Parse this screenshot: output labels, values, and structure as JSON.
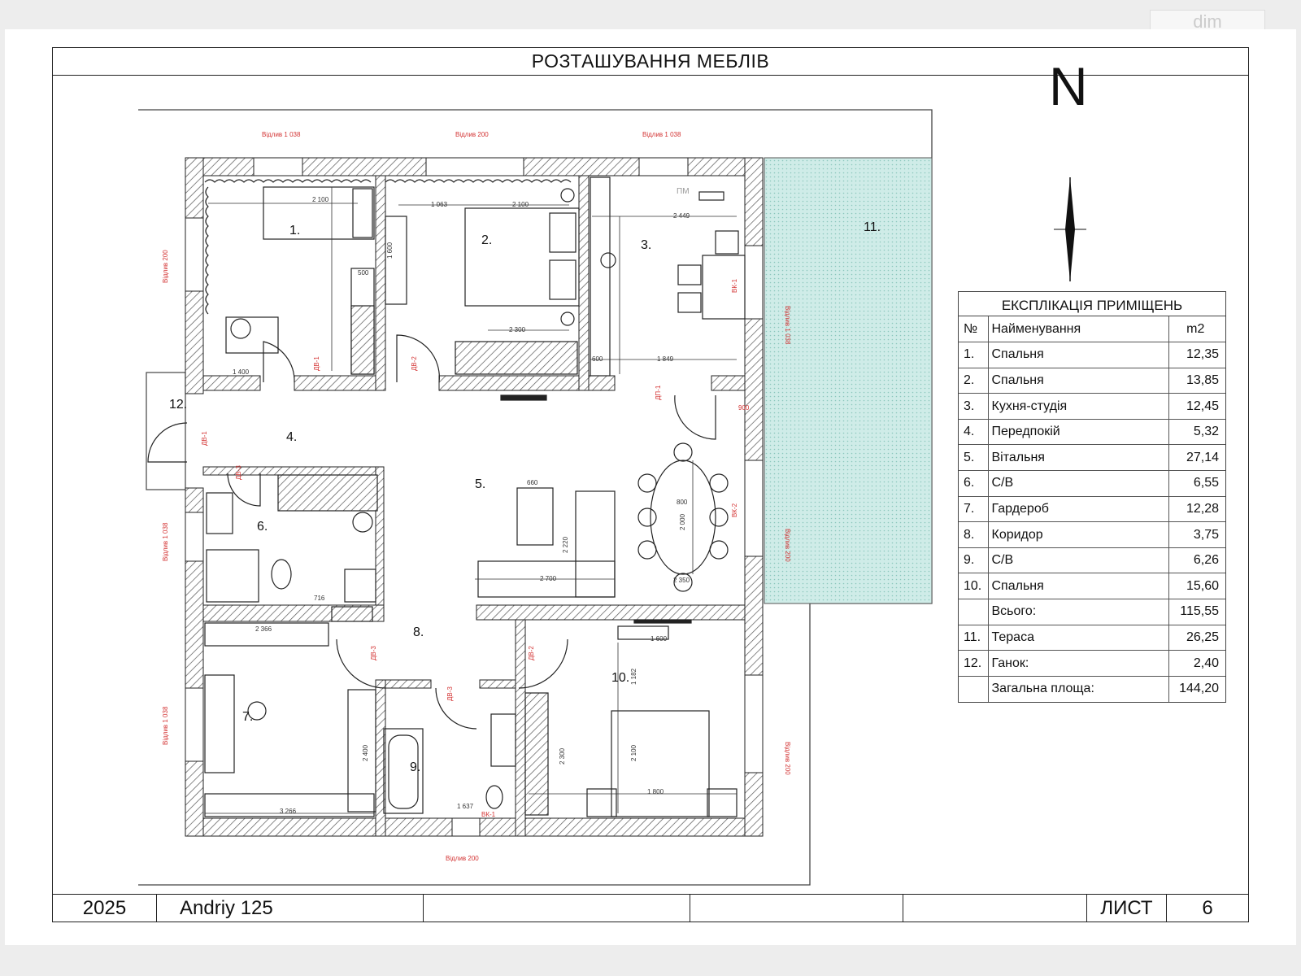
{
  "watermark": "dim",
  "sheet": {
    "title": "РОЗТАШУВАННЯ МЕБЛІВ",
    "north": "N",
    "footer": {
      "year": "2025",
      "project": "Andriy 125",
      "sheet_label": "ЛИСТ",
      "sheet_number": "6"
    }
  },
  "explication": {
    "title": "ЕКСПЛІКАЦІЯ ПРИМІЩЕНЬ",
    "headers": [
      "№",
      "Найменування",
      "m2"
    ],
    "rows": [
      [
        "1.",
        "Спальня",
        "12,35"
      ],
      [
        "2.",
        "Спальня",
        "13,85"
      ],
      [
        "3.",
        "Кухня-студія",
        "12,45"
      ],
      [
        "4.",
        "Передпокій",
        "5,32"
      ],
      [
        "5.",
        "Вітальня",
        "27,14"
      ],
      [
        "6.",
        "С/В",
        "6,55"
      ],
      [
        "7.",
        "Гардероб",
        "12,28"
      ],
      [
        "8.",
        "Коридор",
        "3,75"
      ],
      [
        "9.",
        "С/В",
        "6,26"
      ],
      [
        "10.",
        "Спальня",
        "15,60"
      ],
      [
        "",
        "Всього:",
        "115,55"
      ],
      [
        "11.",
        "Тераса",
        "26,25"
      ],
      [
        "12.",
        "Ганок:",
        "2,40"
      ],
      [
        "",
        "Загальна площа:",
        "144,20"
      ]
    ]
  },
  "plan": {
    "room_numbers": [
      "1.",
      "2.",
      "3.",
      "4.",
      "5.",
      "6.",
      "7.",
      "8.",
      "9.",
      "10.",
      "11.",
      "12."
    ],
    "labels": {
      "pm": "ПМ",
      "windows": [
        "Відлив 1 038",
        "Відлив 200",
        "Відлив 1 038",
        "Відлив 200",
        "Відлив 1 038",
        "Відлив 200",
        "Відлив 1 038",
        "Відлив 200",
        "Відлив 1 038",
        "Відлив 200"
      ],
      "doors": [
        "ДВ-1",
        "ДВ-2",
        "ДВ-3",
        "ДВ-3",
        "ДВ-2",
        "ДВ-3",
        "ДП-1",
        "ДВ-1",
        "ВК-1",
        "ВК-2",
        "ВК-1"
      ],
      "dims": [
        "2 100",
        "1 063",
        "2 100",
        "2 449",
        "1 600",
        "2 300",
        "1 849",
        "800",
        "2 000",
        "2 700",
        "2 220",
        "1 600",
        "3 266",
        "2 366",
        "1 637",
        "2 100",
        "1 800",
        "1 182",
        "2 300",
        "2 400",
        "660",
        "2 350",
        "900",
        "1 400",
        "500",
        "600",
        "716"
      ]
    },
    "colors": {
      "terrace": "#cfece8",
      "wall_hatch": "#555555",
      "annotation": "#d33333"
    }
  }
}
